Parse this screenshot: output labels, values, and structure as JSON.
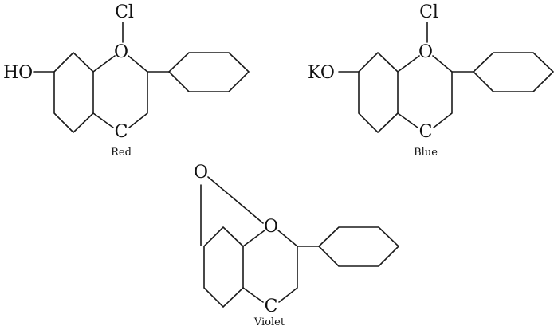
{
  "structures": [
    {
      "name": "red",
      "caption": "Red",
      "substituent": "HO",
      "ring_oxygen": "O",
      "counter_ion": "Cl",
      "ring_carbon": "C"
    },
    {
      "name": "blue",
      "caption": "Blue",
      "substituent": "KO",
      "ring_oxygen": "O",
      "counter_ion": "Cl",
      "ring_carbon": "C"
    },
    {
      "name": "violet",
      "caption": "Violet",
      "bridge_oxygen": "O",
      "ring_oxygen": "O",
      "ring_carbon": "C"
    }
  ]
}
